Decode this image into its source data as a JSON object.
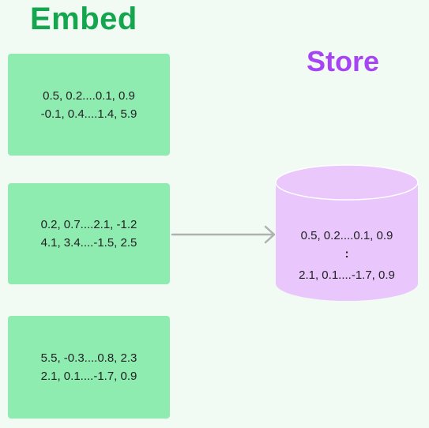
{
  "titles": {
    "embed": "Embed",
    "store": "Store"
  },
  "colors": {
    "background": "#f1fbf3",
    "embed_title": "#14a64f",
    "store_title": "#a745f5",
    "card_fill": "#8eecb1",
    "db_fill": "#e9c6fb",
    "db_top": "#ebc8fc",
    "arrow": "#b0b0b0"
  },
  "embed_cards": [
    {
      "line1": "0.5, 0.2....0.1, 0.9",
      "line2": "-0.1, 0.4....1.4, 5.9"
    },
    {
      "line1": "0.2, 0.7....2.1, -1.2",
      "line2": "4.1, 3.4....-1.5, 2.5"
    },
    {
      "line1": "5.5, -0.3....0.8, 2.3",
      "line2": "2.1, 0.1....-1.7, 0.9"
    }
  ],
  "store": {
    "line1": "0.5, 0.2....0.1, 0.9",
    "line2": ":",
    "line3": "2.1, 0.1....-1.7, 0.9"
  },
  "icons": {
    "arrow": "arrow-right-icon",
    "database": "database-cylinder-icon"
  }
}
